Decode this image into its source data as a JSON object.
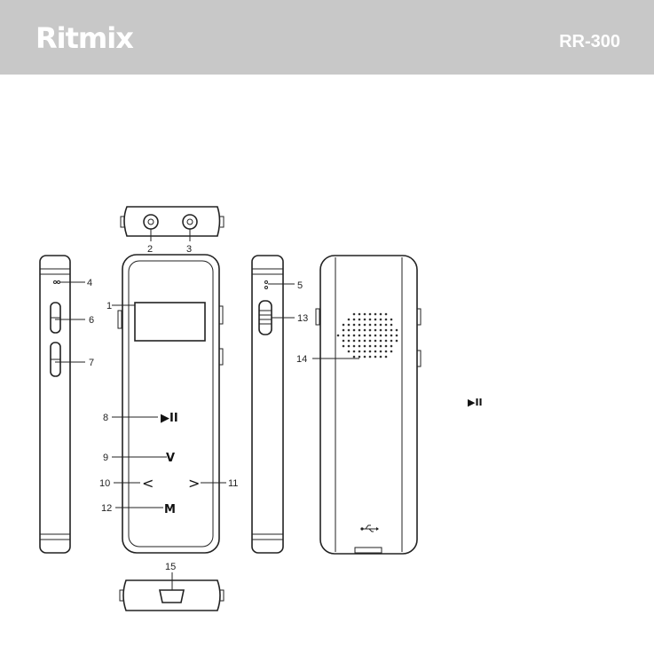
{
  "header": {
    "brand": "Ritmix",
    "model": "RR-300",
    "bg_color": "#c8c8c8"
  },
  "diagram": {
    "callouts": [
      "1",
      "2",
      "3",
      "4",
      "5",
      "6",
      "7",
      "8",
      "9",
      "10",
      "11",
      "12",
      "13",
      "14",
      "15"
    ],
    "button_symbols": {
      "play_pause": "▶II",
      "up": "V",
      "left": "<",
      "right": ">",
      "menu": "M"
    },
    "usb_icon": "usb-icon"
  },
  "side_text": {
    "play_pause_symbol": "▶II"
  }
}
